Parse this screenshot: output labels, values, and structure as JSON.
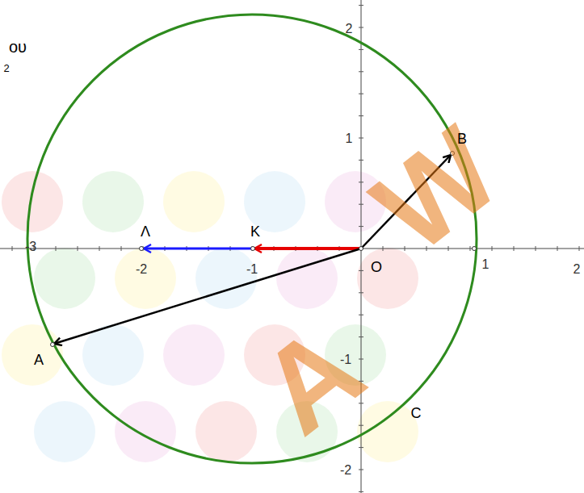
{
  "diagram": {
    "labels": [
      "ου",
      "2",
      "2",
      "1",
      "-1",
      "-2",
      "-3",
      "-2",
      "-1",
      "1",
      "2",
      "Λ",
      "K",
      "O",
      "A",
      "B",
      "C",
      "A",
      "W"
    ]
  }
}
